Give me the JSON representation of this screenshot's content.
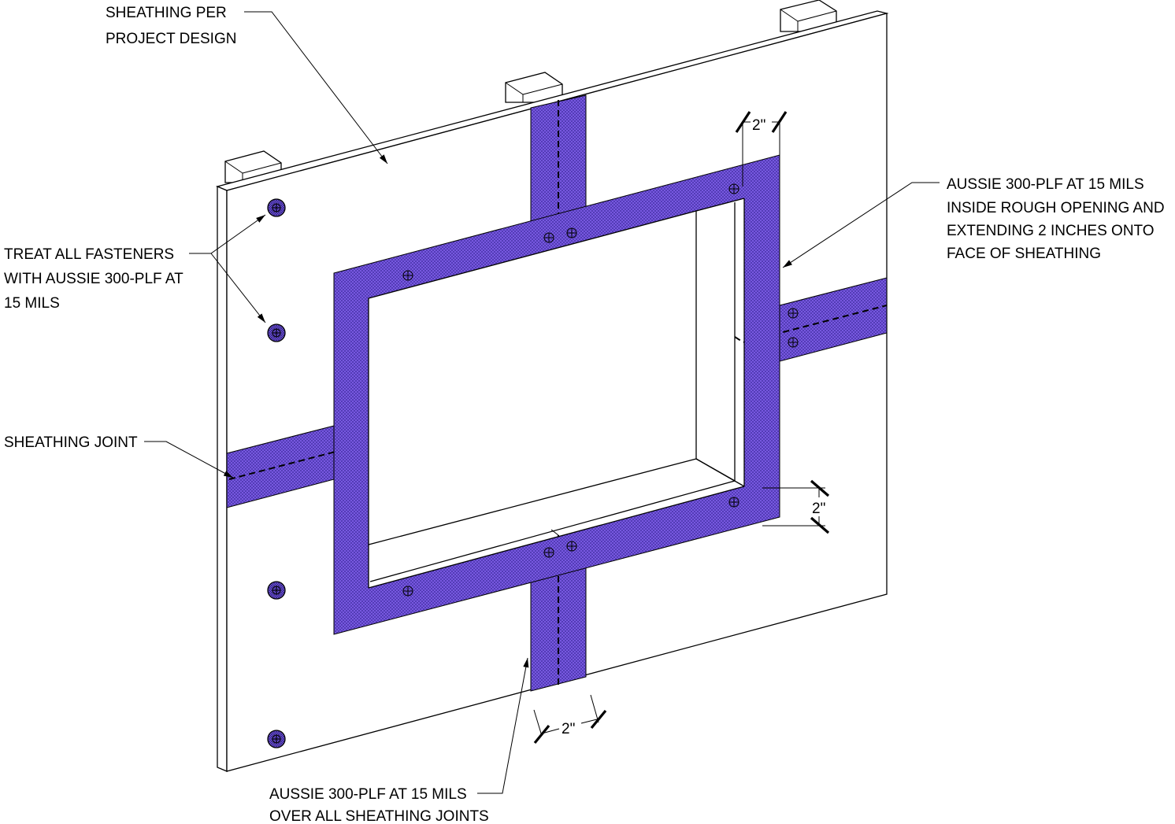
{
  "colors": {
    "membrane": "#7c5ce6",
    "membrane_hatch": "#3b2a9a",
    "lines": "#000000",
    "background": "#ffffff"
  },
  "icons": [
    "fastener-icon",
    "arrowhead-icon",
    "dimension-tick-icon"
  ],
  "labels": {
    "sheathing": [
      "SHEATHING PER",
      "PROJECT DESIGN"
    ],
    "fasteners": [
      "TREAT ALL FASTENERS",
      "WITH AUSSIE 300-PLF AT",
      "15 MILS"
    ],
    "joint": [
      "SHEATHING JOINT"
    ],
    "opening": [
      "AUSSIE 300-PLF AT 15 MILS",
      "INSIDE ROUGH OPENING AND",
      "EXTENDING 2 INCHES ONTO",
      "FACE OF SHEATHING"
    ],
    "joints_cover": [
      "AUSSIE 300-PLF AT 15 MILS",
      "OVER ALL SHEATHING JOINTS"
    ]
  },
  "dimensions": {
    "top": "2\"",
    "right": "2\"",
    "bottom": "2\""
  }
}
